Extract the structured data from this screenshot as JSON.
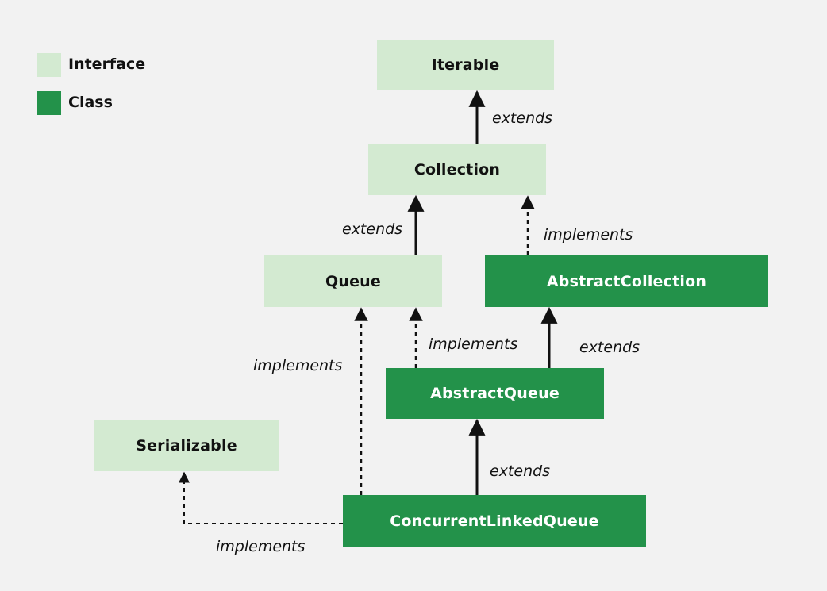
{
  "legend": {
    "interface_label": "Interface",
    "class_label": "Class",
    "interface_color": "#d3ead1",
    "class_color": "#23924a"
  },
  "nodes": {
    "iterable": "Iterable",
    "collection": "Collection",
    "queue": "Queue",
    "abstract_collection": "AbstractCollection",
    "abstract_queue": "AbstractQueue",
    "serializable": "Serializable",
    "concurrent_linked_queue": "ConcurrentLinkedQueue"
  },
  "edges": {
    "collection_to_iterable": "extends",
    "queue_to_collection": "extends",
    "abstract_collection_to_collection": "implements",
    "abstract_queue_to_queue": "implements",
    "abstract_queue_to_abstract_collection": "extends",
    "clq_to_queue": "implements",
    "clq_to_abstract_queue": "extends",
    "clq_to_serializable": "implements"
  }
}
